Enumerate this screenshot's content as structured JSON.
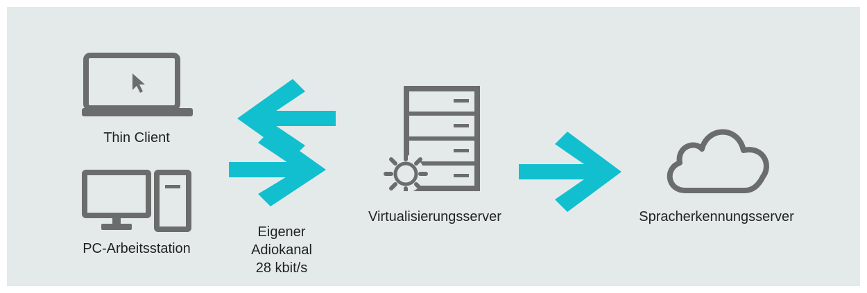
{
  "colors": {
    "background": "#e4eaea",
    "icon_gray": "#6b6d6d",
    "accent_cyan": "#12bfcf",
    "text": "#222222"
  },
  "nodes": {
    "thin_client": {
      "label": "Thin Client",
      "icon": "laptop-icon"
    },
    "pc_workstation": {
      "label": "PC-Arbeitsstation",
      "icon": "desktop-pc-icon"
    },
    "virtualization_server": {
      "label": "Virtualisierungsserver",
      "icon": "server-gear-icon"
    },
    "speech_recognition_server": {
      "label": "Spracherkennungsserver",
      "icon": "cloud-icon"
    }
  },
  "audio_channel": {
    "line1": "Eigener",
    "line2": "Adiokanal",
    "line3": "28 kbit/s"
  }
}
